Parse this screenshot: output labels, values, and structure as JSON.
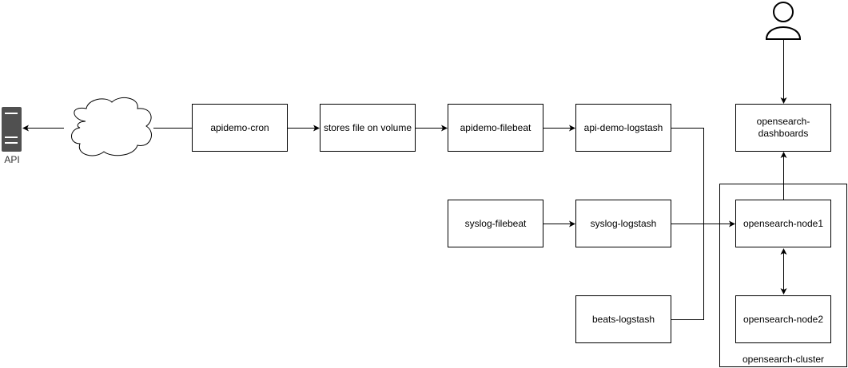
{
  "nodes": {
    "api": "API",
    "apidemo_cron": "apidemo-cron",
    "stores_file": "stores file on volume",
    "apidemo_filebeat": "apidemo-filebeat",
    "api_demo_logstash": "api-demo-logstash",
    "syslog_filebeat": "syslog-filebeat",
    "syslog_logstash": "syslog-logstash",
    "beats_logstash": "beats-logstash",
    "dashboards": "opensearch-\ndashboards",
    "node1": "opensearch-node1",
    "node2": "opensearch-node2",
    "cluster": "opensearch-cluster"
  },
  "colors": {
    "stroke": "#000000",
    "server": "#505050"
  }
}
